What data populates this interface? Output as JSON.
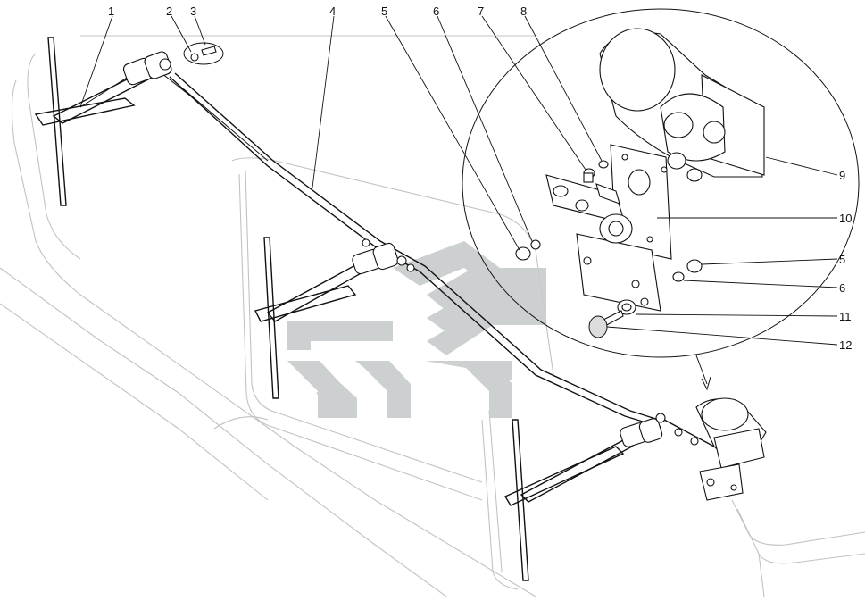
{
  "diagram": {
    "callouts": [
      {
        "id": "c1",
        "label": "1"
      },
      {
        "id": "c2",
        "label": "2"
      },
      {
        "id": "c3",
        "label": "3"
      },
      {
        "id": "c4",
        "label": "4"
      },
      {
        "id": "c5a",
        "label": "5"
      },
      {
        "id": "c6a",
        "label": "6"
      },
      {
        "id": "c7",
        "label": "7"
      },
      {
        "id": "c8",
        "label": "8"
      },
      {
        "id": "c9",
        "label": "9"
      },
      {
        "id": "c10",
        "label": "10"
      },
      {
        "id": "c5b",
        "label": "5"
      },
      {
        "id": "c6b",
        "label": "6"
      },
      {
        "id": "c11",
        "label": "11"
      },
      {
        "id": "c12",
        "label": "12"
      }
    ],
    "colors": {
      "line": "#111111",
      "cab_outline": "#bfc3c6",
      "watermark": "#c8cbcd",
      "background": "#ffffff"
    }
  }
}
